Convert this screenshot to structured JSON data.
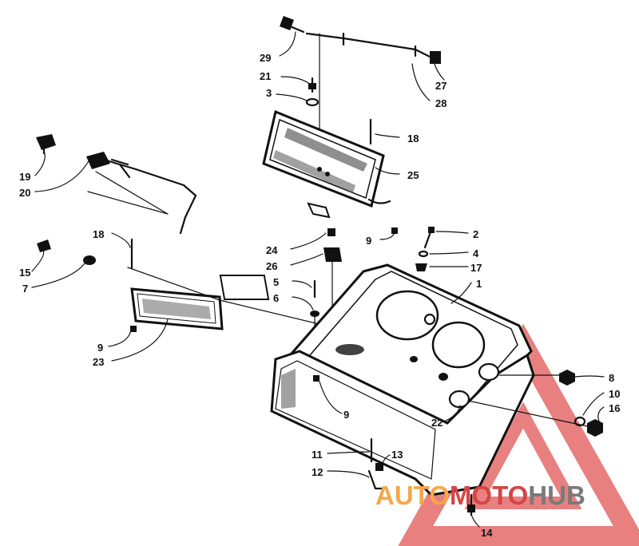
{
  "callouts": [
    {
      "id": "29",
      "label": "29"
    },
    {
      "id": "21",
      "label": "21"
    },
    {
      "id": "3",
      "label": "3"
    },
    {
      "id": "27",
      "label": "27"
    },
    {
      "id": "28",
      "label": "28"
    },
    {
      "id": "18a",
      "label": "18"
    },
    {
      "id": "25",
      "label": "25"
    },
    {
      "id": "19",
      "label": "19"
    },
    {
      "id": "20",
      "label": "20"
    },
    {
      "id": "2",
      "label": "2"
    },
    {
      "id": "24",
      "label": "24"
    },
    {
      "id": "9a",
      "label": "9"
    },
    {
      "id": "18b",
      "label": "18"
    },
    {
      "id": "4",
      "label": "4"
    },
    {
      "id": "26",
      "label": "26"
    },
    {
      "id": "17",
      "label": "17"
    },
    {
      "id": "15",
      "label": "15"
    },
    {
      "id": "7",
      "label": "7"
    },
    {
      "id": "5",
      "label": "5"
    },
    {
      "id": "1",
      "label": "1"
    },
    {
      "id": "6",
      "label": "6"
    },
    {
      "id": "9b",
      "label": "9"
    },
    {
      "id": "23",
      "label": "23"
    },
    {
      "id": "8",
      "label": "8"
    },
    {
      "id": "10",
      "label": "10"
    },
    {
      "id": "9c",
      "label": "9"
    },
    {
      "id": "22",
      "label": "22"
    },
    {
      "id": "16",
      "label": "16"
    },
    {
      "id": "11",
      "label": "11"
    },
    {
      "id": "13",
      "label": "13"
    },
    {
      "id": "12",
      "label": "12"
    },
    {
      "id": "14",
      "label": "14"
    }
  ],
  "watermark": {
    "part1": "AUTO",
    "part2": "MOTO",
    "part3": "HUB",
    "color_orange": "#f4a84a",
    "color_red": "#d64545",
    "color_gray": "#7a7a7a"
  }
}
